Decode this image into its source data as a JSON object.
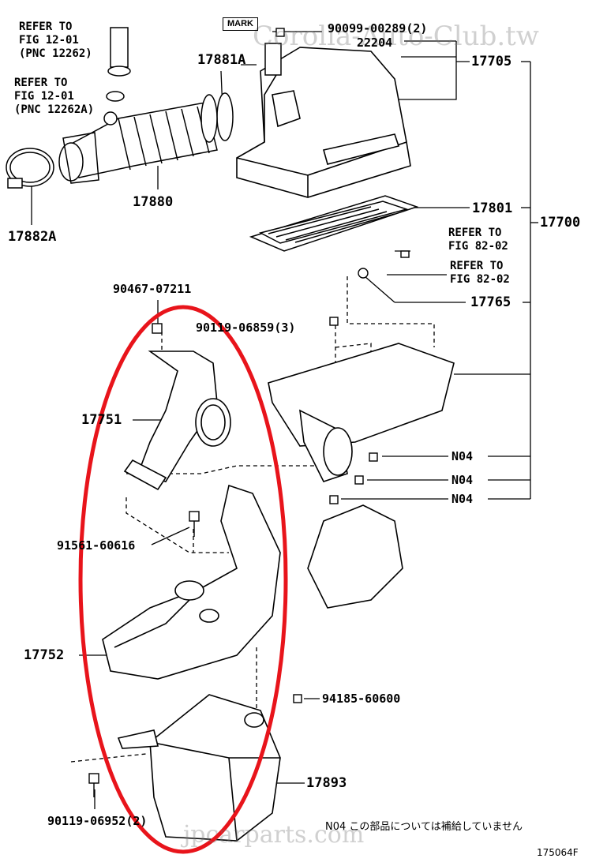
{
  "watermark_top": "Corolla-Auto-Club.tw",
  "watermark_bottom": "jpcarparts.com",
  "mark_box": "MARK",
  "refs": {
    "ref_left_1": {
      "line1": "REFER TO",
      "line2": "FIG 12-01",
      "line3": "(PNC 12262)"
    },
    "ref_left_2": {
      "line1": "REFER TO",
      "line2": "FIG 12-01",
      "line3": "(PNC 12262A)"
    },
    "ref_right_1": {
      "line1": "REFER TO",
      "line2": "FIG 82-02"
    },
    "ref_right_2": {
      "line1": "REFER TO",
      "line2": "FIG 82-02"
    }
  },
  "labels": {
    "p90099": "90099-00289(2)",
    "p22204": "22204",
    "p17705": "17705",
    "p17881A": "17881A",
    "p17880": "17880",
    "p17882A": "17882A",
    "p17801": "17801",
    "p17700": "17700",
    "p17765": "17765",
    "p90467": "90467-07211",
    "p90119a": "90119-06859(3)",
    "p17751": "17751",
    "pN04a": "N04",
    "pN04b": "N04",
    "pN04c": "N04",
    "p91561": "91561-60616",
    "p17752": "17752",
    "p94185": "94185-60600",
    "p17893": "17893",
    "p90119b": "90119-06952(2)"
  },
  "note": "N04 この部品については補給していません",
  "diagram_code": "175064F",
  "colors": {
    "highlight": "#e8141b",
    "ink": "#000000"
  }
}
